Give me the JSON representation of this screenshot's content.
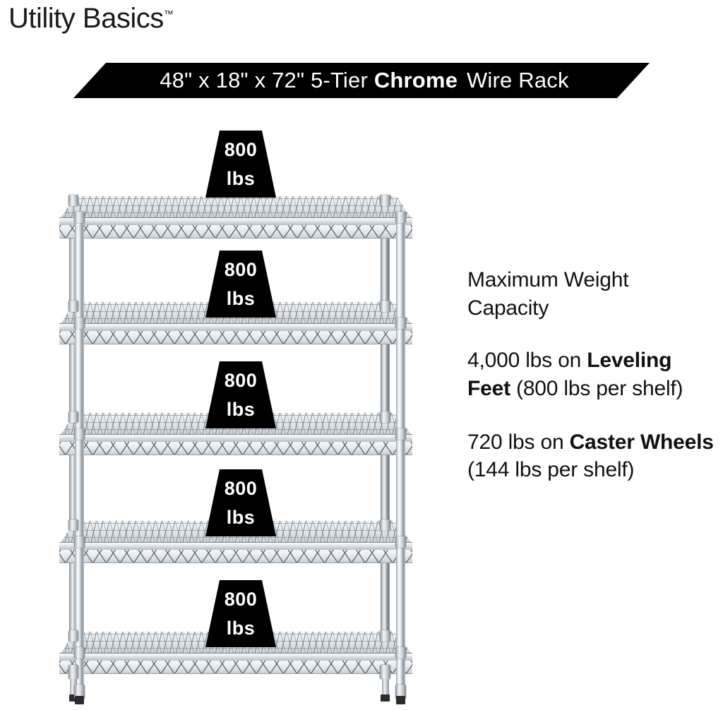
{
  "brand": {
    "name": "Utility Basics",
    "trademark": "™"
  },
  "banner": {
    "prefix": "48\" x 18\" x 72\" 5-Tier ",
    "emphasis": "Chrome",
    "suffix": " Wire Rack"
  },
  "copy": {
    "heading": "Maximum Weight Capacity",
    "line1": {
      "lead": "4,000 lbs on ",
      "emphasis": "Leveling Feet",
      "tail": " (800 lbs per shelf)"
    },
    "line2": {
      "lead": "720 lbs on ",
      "emphasis": "Caster Wheels",
      "tail": " (144 lbs per shelf)"
    }
  },
  "product": {
    "shelf_count": 5,
    "badges": [
      {
        "value": "800",
        "unit": "lbs"
      },
      {
        "value": "800",
        "unit": "lbs"
      },
      {
        "value": "800",
        "unit": "lbs"
      },
      {
        "value": "800",
        "unit": "lbs"
      },
      {
        "value": "800",
        "unit": "lbs"
      }
    ]
  },
  "colors": {
    "banner_bg": "#000000",
    "banner_text": "#ffffff",
    "body_text": "#111111",
    "page_bg": "#ffffff"
  }
}
